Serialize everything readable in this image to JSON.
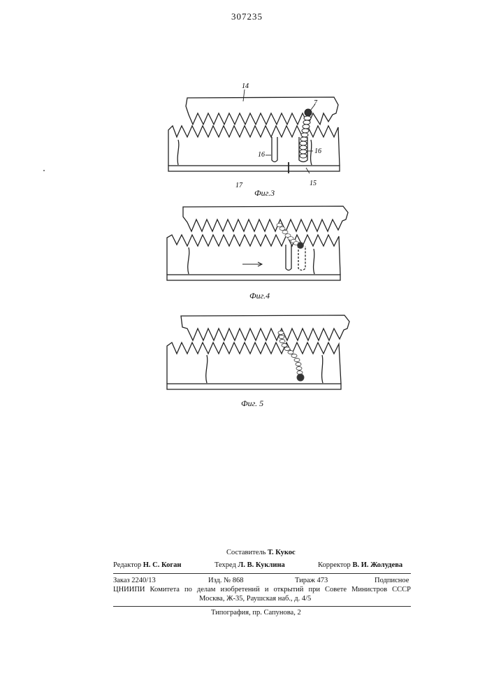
{
  "header": {
    "patent_number": "307235"
  },
  "figures": [
    {
      "caption": "Фиг.3",
      "labels": {
        "l14": "14",
        "l7": "7",
        "l16a": "16",
        "l16b": "16",
        "l17": "17",
        "l15": "15"
      }
    },
    {
      "caption": "Фиг.4"
    },
    {
      "caption": "Фиг. 5"
    }
  ],
  "credits": {
    "compiler_label": "Составитель",
    "compiler_name": "Т. Кукос",
    "editor_label": "Редактор",
    "editor_name": "Н. С. Коган",
    "techred_label": "Техред",
    "techred_name": "Л. В. Куклина",
    "corrector_label": "Корректор",
    "corrector_name": "В. И. Жолудева",
    "order": "Заказ 2240/13",
    "edition": "Изд. № 868",
    "circulation": "Тираж 473",
    "subscription": "Подписное",
    "institute": "ЦНИИПИ Комитета по делам изобретений и открытий при Совете Министров СССР",
    "address": "Москва, Ж-35, Раушская наб., д. 4/5",
    "printing": "Типография, пр. Сапунова, 2"
  }
}
